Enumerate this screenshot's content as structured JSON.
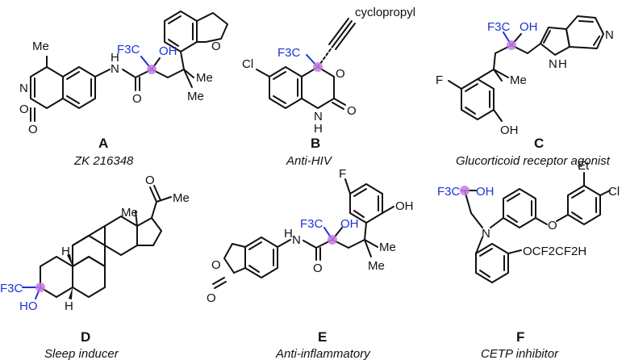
{
  "colors": {
    "bonds": "#111111",
    "cf3_highlight": "#1a33d6",
    "stereocenter": "#c77be6"
  },
  "compounds": [
    {
      "letter": "A",
      "caption": "ZK 216348",
      "labels": {
        "me": "Me",
        "n": "N",
        "o_ring": "O",
        "o_carbonyl": "O",
        "nh": "N",
        "h": "H",
        "f3c": "F3C",
        "oh": "OH",
        "o_amide": "O",
        "me2a": "Me",
        "me2b": "Me",
        "o_furan": "O"
      }
    },
    {
      "letter": "B",
      "caption": "Anti-HIV",
      "labels": {
        "cyclopropyl": "cyclopropyl",
        "f3c": "F3C",
        "cl": "Cl",
        "o_ring": "O",
        "o_carbonyl": "O",
        "n": "N",
        "h": "H"
      }
    },
    {
      "letter": "C",
      "caption": "Glucorticoid receptor agonist",
      "labels": {
        "f3c": "F3C",
        "oh": "OH",
        "n_pyr": "N",
        "nh": "N",
        "h": "H",
        "f": "F",
        "me": "Me",
        "oh_phenol": "OH"
      }
    },
    {
      "letter": "D",
      "caption": "Sleep inducer",
      "labels": {
        "o": "O",
        "me_ketone": "Me",
        "me_angular": "Me",
        "h_top": "H",
        "h_bottom": "H",
        "f3c": "F3C",
        "ho": "HO"
      }
    },
    {
      "letter": "E",
      "caption": "Anti-inflammatory",
      "labels": {
        "f": "F",
        "oh_phenol": "OH",
        "n": "N",
        "h": "H",
        "f3c": "F3C",
        "oh": "OH",
        "o_amide": "O",
        "me_a": "Me",
        "me_b": "Me",
        "o_ring": "O",
        "o_carbonyl": "O"
      }
    },
    {
      "letter": "F",
      "caption": "CETP inhibitor",
      "labels": {
        "et": "Et",
        "cl": "Cl",
        "f3c": "F3C",
        "oh": "OH",
        "o_ether": "O",
        "n": "N",
        "ocf": "OCF2CF2H"
      }
    }
  ]
}
